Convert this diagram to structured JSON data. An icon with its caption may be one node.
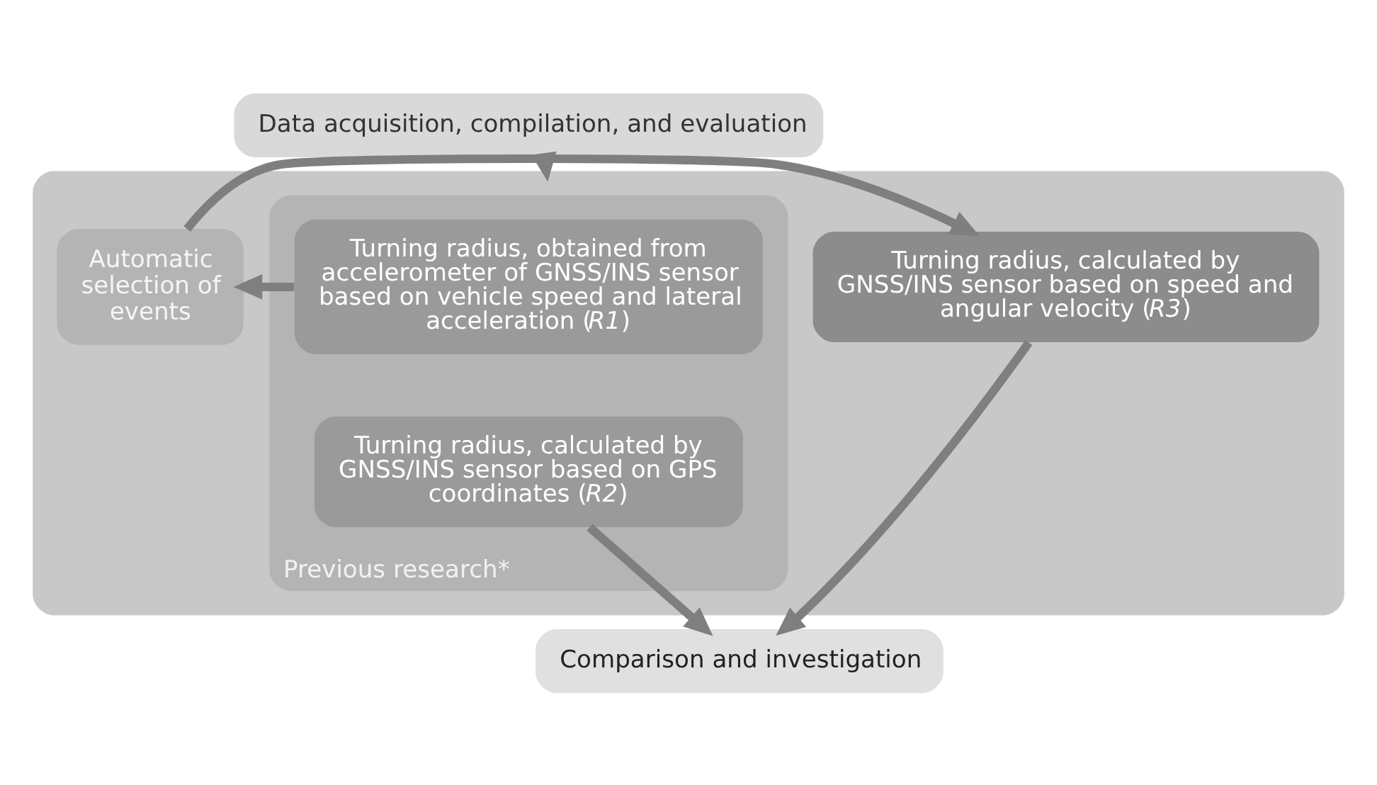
{
  "diagram": {
    "nodes": [
      {
        "text": [
          "Data acquisition, compilation, and evaluation"
        ]
      },
      {
        "text": [],
        "shape": "box"
      },
      {
        "text": [
          "Previous research*"
        ],
        "in": 1
      },
      {
        "text": [
          "Turning radius, obtained from accelerometer of GNSS/INS sensor based on vehicle speed and lateral acceleration (*R1*)"
        ],
        "in": 2
      },
      {
        "text": [
          "Turning radius, calculated by GNSS/INS sensor based on GPS coordinates (*R2*)"
        ],
        "in": 2
      },
      {
        "text": [
          "Automatic selection of events"
        ],
        "in": 1
      },
      {
        "text": [
          "Turning radius, calculated by GNSS/INS sensor based on speed and angular velocity (*R3*)"
        ],
        "in": 1
      },
      {
        "text": [
          "Comparison and investigation"
        ]
      }
    ],
    "edges": [
      {
        "from": 0,
        "to": 1,
        "arrow": "to"
      },
      {
        "from": 3,
        "to": 5,
        "arrow": "to"
      },
      {
        "from": 5,
        "to": 6,
        "arrow": "to"
      },
      {
        "from": 4,
        "to": 7,
        "arrow": "to"
      },
      {
        "from": 6,
        "to": 7,
        "arrow": "to"
      }
    ]
  }
}
